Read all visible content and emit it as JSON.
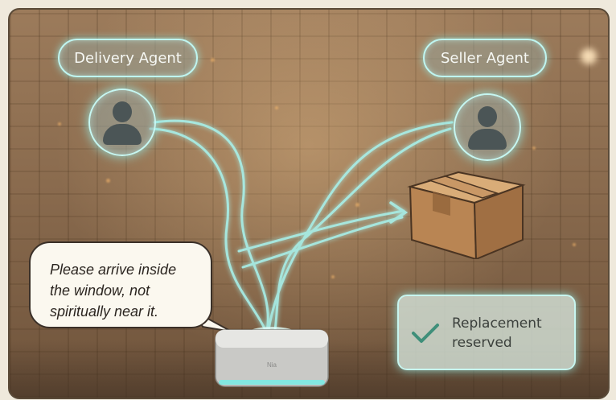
{
  "agents": {
    "delivery": {
      "label": "Delivery Agent",
      "icon": "user-avatar-icon"
    },
    "seller": {
      "label": "Seller Agent",
      "icon": "user-avatar-icon"
    }
  },
  "message": {
    "lines": [
      "Please arrive inside",
      "the window, not",
      "spiritually near it."
    ]
  },
  "status_card": {
    "icon": "checkmark-icon",
    "lines": [
      "Replacement",
      "reserved"
    ]
  },
  "device": {
    "label": "Nia"
  },
  "package": {
    "icon": "cardboard-box-icon"
  },
  "colors": {
    "glow": "#9ff0ea",
    "check": "#3f8f7a",
    "frame": "#5a4a38"
  }
}
